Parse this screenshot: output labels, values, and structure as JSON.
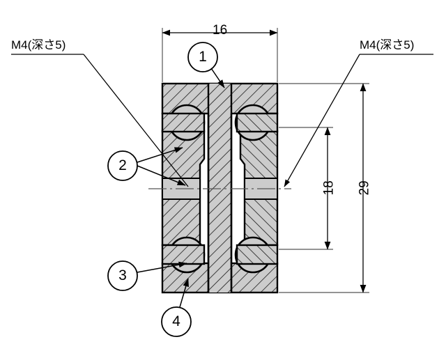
{
  "drawing": {
    "type": "mechanical-cross-section",
    "title_note_left": "M4(深さ5)",
    "title_note_right": "M4(深さ5)",
    "dimensions": {
      "width_top": "16",
      "height_inner": "18",
      "height_outer": "29"
    },
    "balloons": [
      {
        "id": "1",
        "label": "1"
      },
      {
        "id": "2",
        "label": "2"
      },
      {
        "id": "3",
        "label": "3"
      },
      {
        "id": "4",
        "label": "4"
      }
    ],
    "colors": {
      "line": "#000000",
      "fill_section": "#cccccc",
      "hatch": "#1a1a1a",
      "thin_line": "#555555",
      "background": "#ffffff"
    }
  }
}
